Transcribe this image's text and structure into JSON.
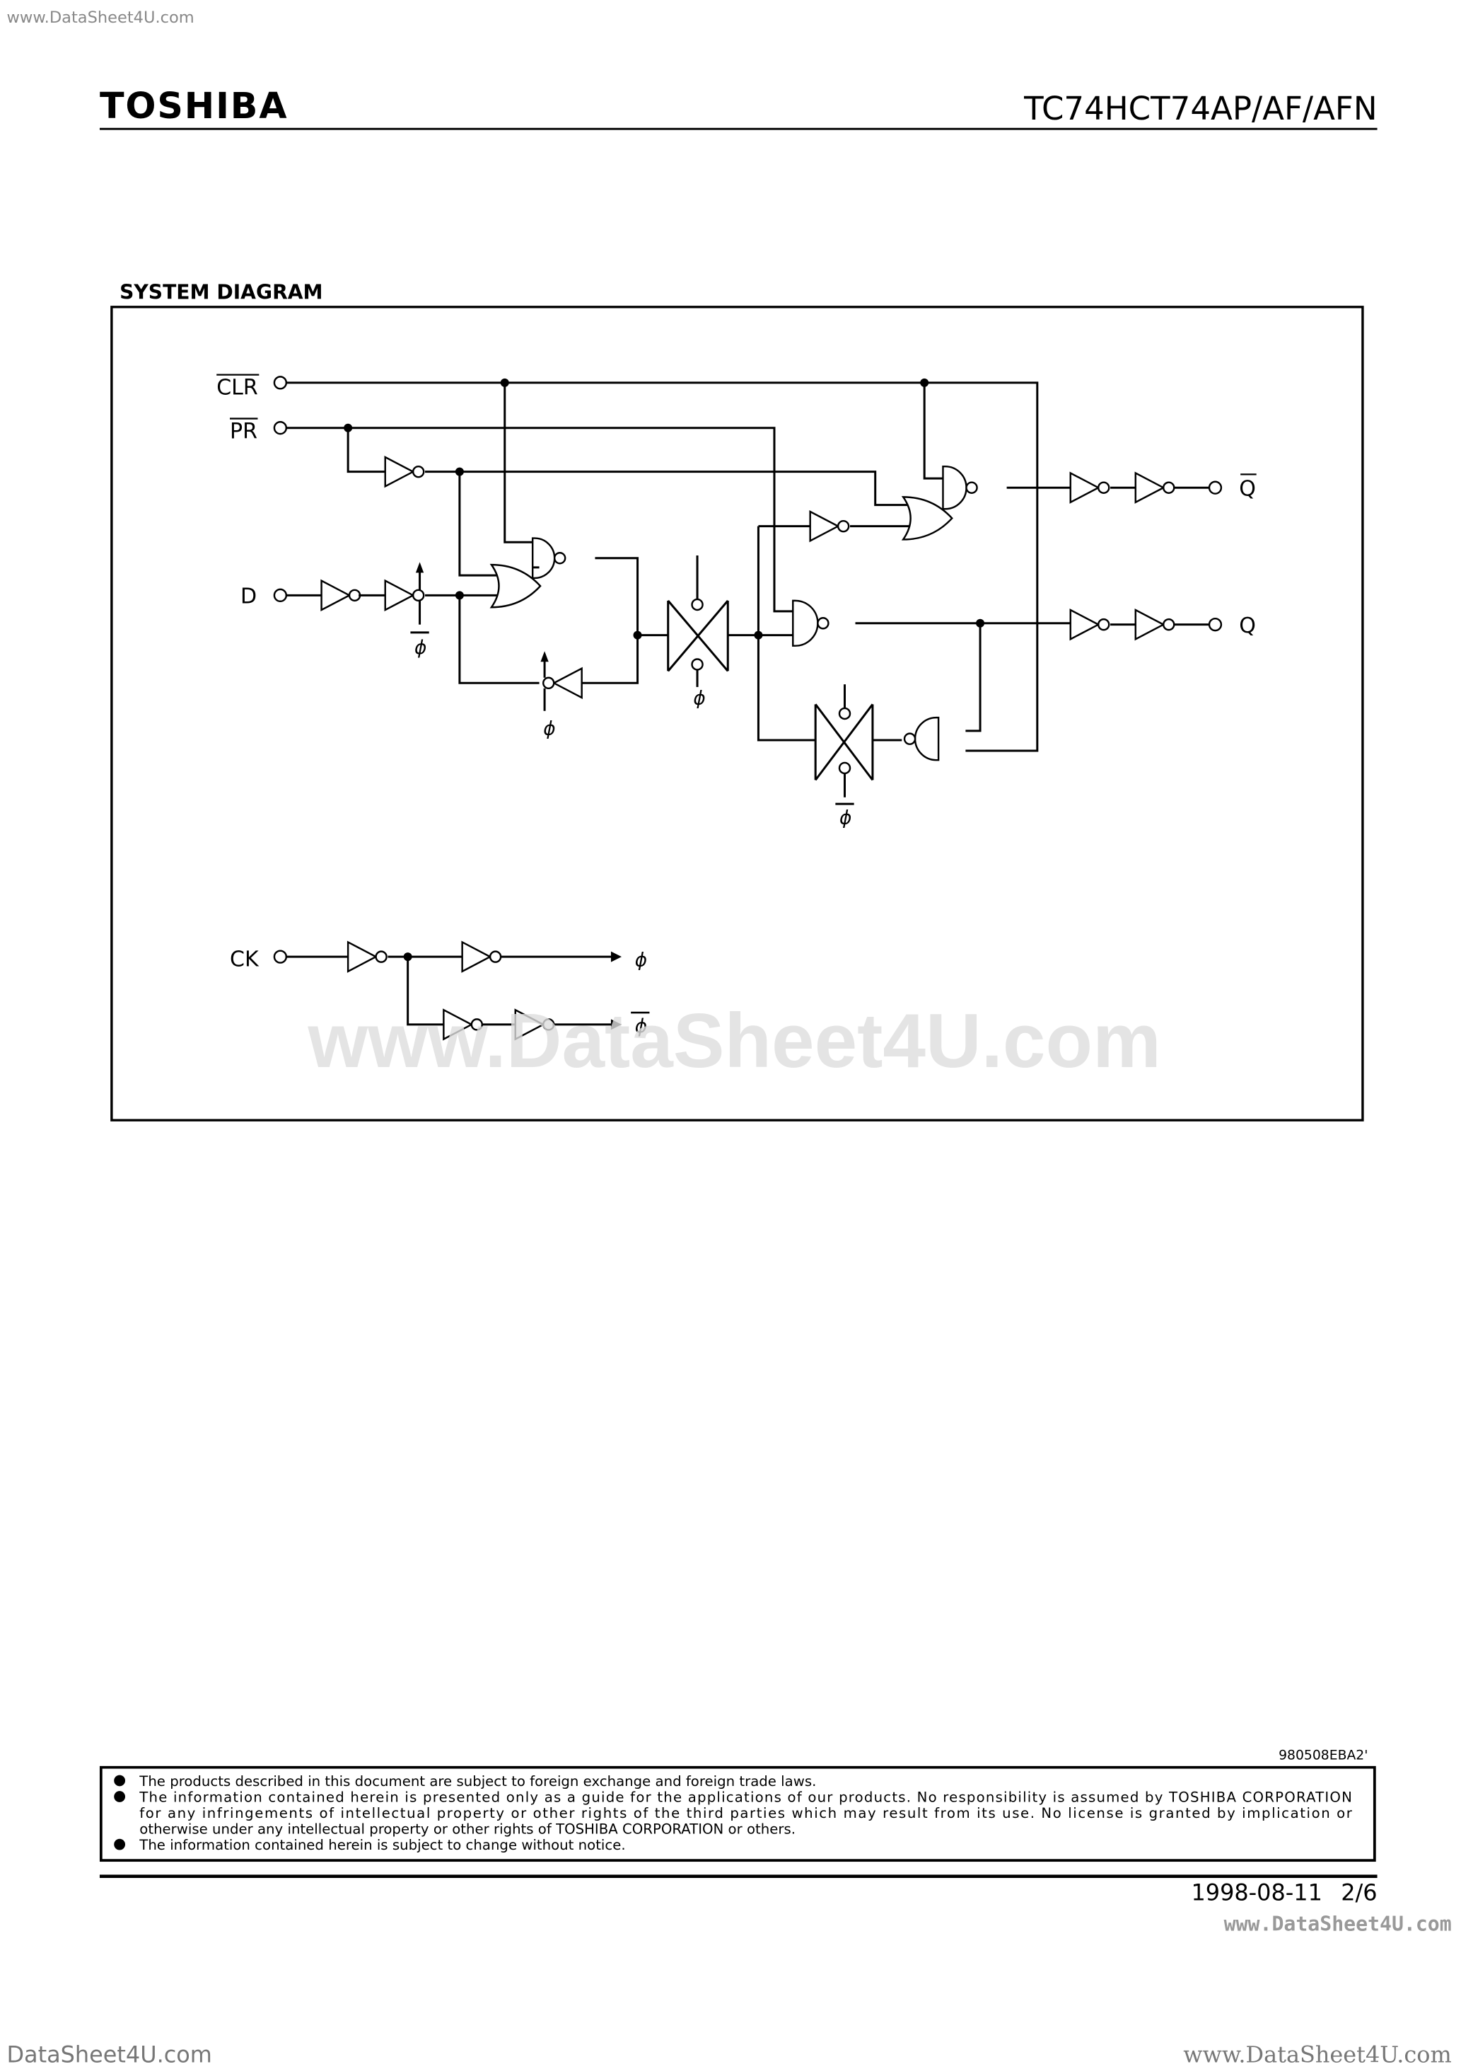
{
  "header": {
    "brand": "TOSHIBA",
    "part_number": "TC74HCT74AP/AF/AFN",
    "watermark_top": "www.DataSheet4U.com"
  },
  "section": {
    "title": "SYSTEM DIAGRAM"
  },
  "diagram": {
    "inputs": {
      "clr": "CLR",
      "pr": "PR",
      "d": "D",
      "ck": "CK"
    },
    "outputs": {
      "q_bar": "Q",
      "q": "Q"
    },
    "phi": "ϕ",
    "watermark": "www.DataSheet4U.com"
  },
  "footer": {
    "doc_code": "980508EBA2'",
    "notices": [
      "The products described in this document are subject to foreign exchange and foreign trade laws.",
      "The information contained herein is presented only as a guide for the applications of our products. No responsibility is assumed by TOSHIBA CORPORATION",
      "for any infringements of intellectual property or other rights of the third parties which may result from its use. No license is granted by implication or",
      "otherwise under any intellectual property or other rights of TOSHIBA CORPORATION or others.",
      "The information contained herein is subject to change without notice."
    ],
    "date": "1998-08-11",
    "page": "2/6",
    "watermark_right": "www.DataSheet4U.com",
    "watermark_bottom_left": "DataSheet4U.com",
    "watermark_bottom_right": "www.DataSheet4U.com"
  }
}
